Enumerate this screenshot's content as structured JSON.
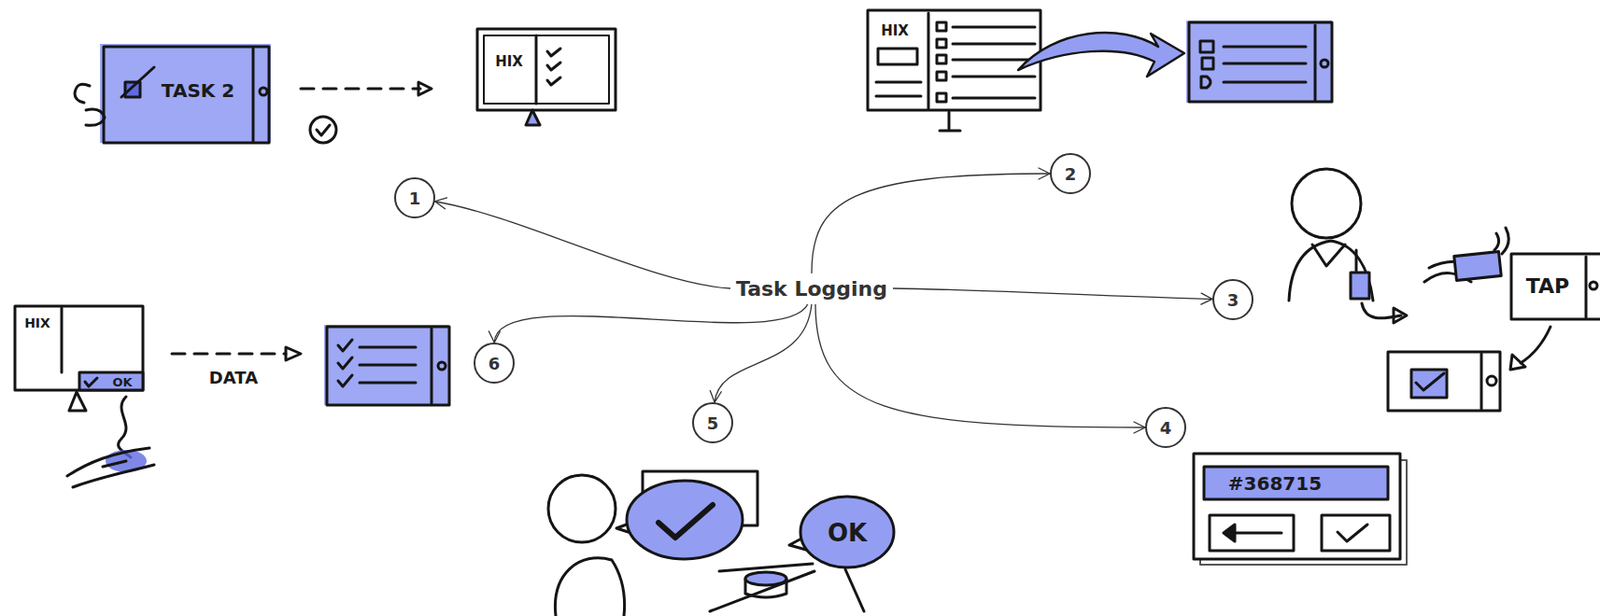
{
  "diagram": {
    "nodes": [
      {
        "text": [
          "Task Logging"
        ]
      },
      {
        "text": [
          "1"
        ]
      },
      {
        "text": [
          "2"
        ]
      },
      {
        "text": [
          "3"
        ]
      },
      {
        "text": [
          "4"
        ]
      },
      {
        "text": [
          "5"
        ]
      },
      {
        "text": [
          "6"
        ]
      }
    ],
    "edges": [
      {
        "from": 0,
        "to": 1,
        "arrow": "to"
      },
      {
        "from": 0,
        "to": 2,
        "arrow": "to"
      },
      {
        "from": 0,
        "to": 3,
        "arrow": "to"
      },
      {
        "from": 0,
        "to": 4,
        "arrow": "to"
      },
      {
        "from": 0,
        "to": 5,
        "arrow": "to"
      },
      {
        "from": 0,
        "to": 6,
        "arrow": "to"
      }
    ],
    "labels": [
      "TASK 2",
      "HIX",
      "HIX",
      "TAP",
      "#368715",
      "OK",
      "HIX",
      "OK",
      "DATA"
    ]
  }
}
